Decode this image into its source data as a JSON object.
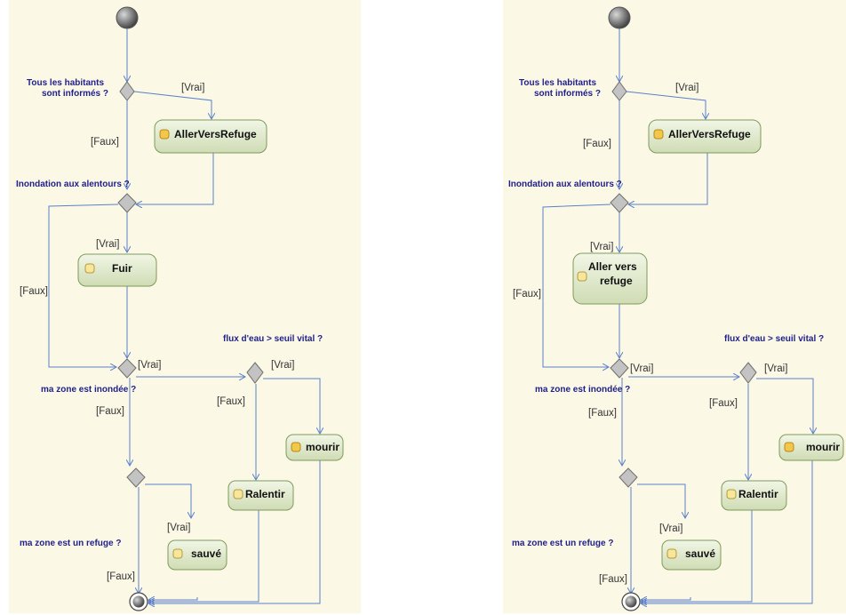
{
  "diagrams": [
    {
      "questions": {
        "q1_line1": "Tous les habitants",
        "q1_line2": "sont informés ?",
        "q2": "Inondation aux alentours ?",
        "q3": "ma zone est inondée ?",
        "q4": "flux d'eau > seuil vital ?",
        "q5": "ma zone est un refuge ?"
      },
      "guards": {
        "vrai1": "[Vrai]",
        "faux1": "[Faux]",
        "vrai2": "[Vrai]",
        "faux2": "[Faux]",
        "vrai3": "[Vrai]",
        "faux3": "[Faux]",
        "vrai4": "[Vrai]",
        "faux4": "[Faux]",
        "vrai5": "[Vrai]",
        "faux5": "[Faux]"
      },
      "actions": {
        "aller": "AllerVersRefuge",
        "fuir_line1": "Fuir",
        "fuir_line2": "",
        "mourir": "mourir",
        "ralentir": "Ralentir",
        "sauve": "sauvé"
      }
    },
    {
      "questions": {
        "q1_line1": "Tous les habitants",
        "q1_line2": "sont informés ?",
        "q2": "Inondation aux alentours ?",
        "q3": "ma zone est inondée ?",
        "q4": "flux d'eau > seuil vital ?",
        "q5": "ma zone est un refuge ?"
      },
      "guards": {
        "vrai1": "[Vrai]",
        "faux1": "[Faux]",
        "vrai2": "[Vrai]",
        "faux2": "[Faux]",
        "vrai3": "[Vrai]",
        "faux3": "[Faux]",
        "vrai4": "[Vrai]",
        "faux4": "[Faux]",
        "vrai5": "[Vrai]",
        "faux5": "[Faux]"
      },
      "actions": {
        "aller": "AllerVersRefuge",
        "fuir_line1": "Aller vers",
        "fuir_line2": "refuge",
        "mourir": "mourir",
        "ralentir": "Ralentir",
        "sauve": "sauvé"
      }
    }
  ]
}
